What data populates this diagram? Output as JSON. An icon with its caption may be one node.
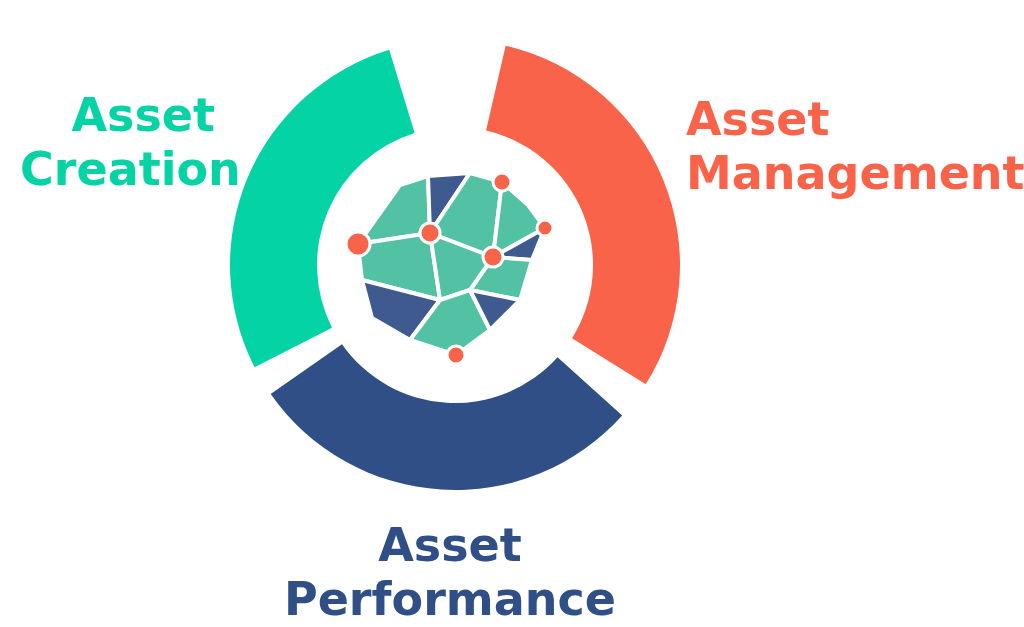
{
  "diagram": {
    "nodes": [
      {
        "text": [
          "Asset Creation"
        ]
      },
      {
        "text": [
          "Asset Management"
        ]
      },
      {
        "text": [
          "Asset Performance"
        ]
      }
    ]
  }
}
